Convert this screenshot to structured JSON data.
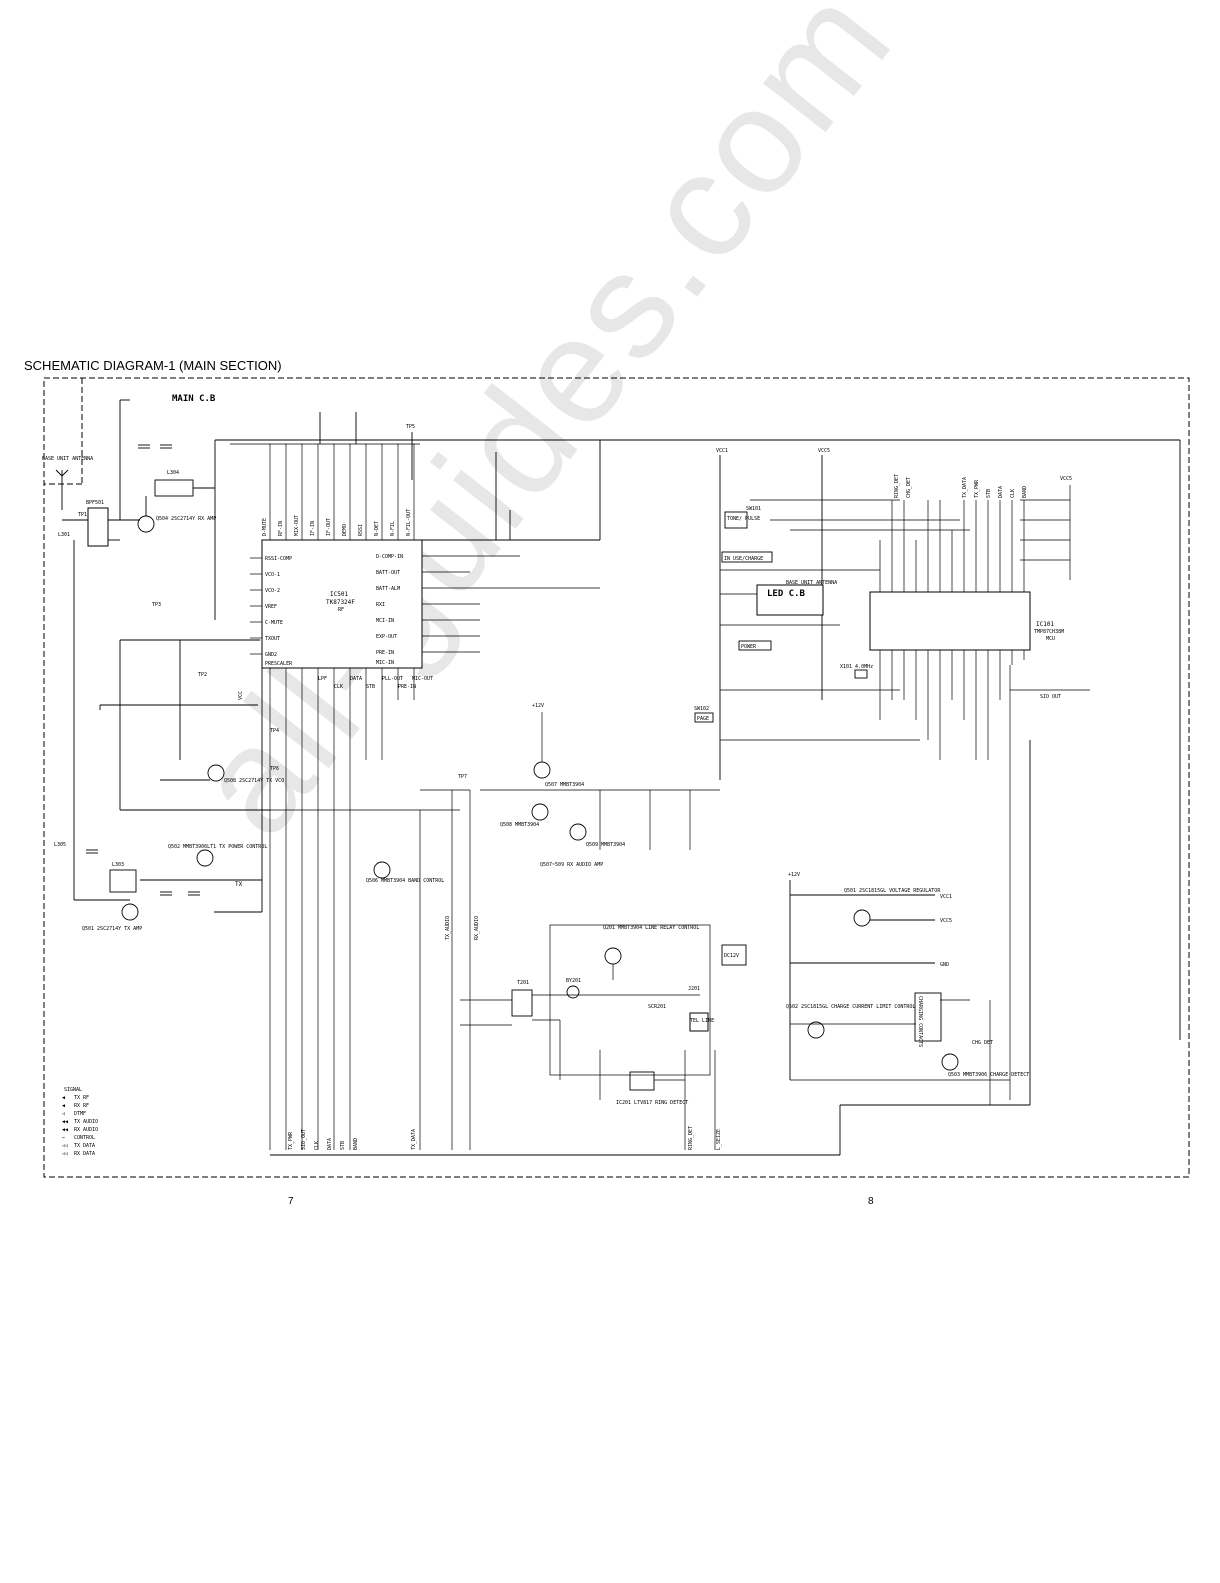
{
  "page": {
    "heading": "SCHEMATIC DIAGRAM-1 (MAIN SECTION)",
    "page_left": "7",
    "page_right": "8",
    "watermark": "all-guides.com"
  },
  "board": {
    "title": "MAIN C.B",
    "led_board": "LED C.B"
  },
  "rf_section": {
    "antenna": "BASE UNIT ANTENNA",
    "bpf": "BPF501",
    "tx_amp": "Q501 2SC2714Y TX AMP",
    "rx_amp": "Q504 2SC2714Y RX AMP",
    "tx_power": "Q502 MMBT3906LT1 TX POWER CONTROL",
    "tx_vco": "Q508 2SC2714Y TX VCO",
    "band_control": "Q506 MMBT3904 BAND CONTROL",
    "tx_label": "TX",
    "tp": [
      "TP1",
      "TP2",
      "TP3",
      "TP4",
      "TP5",
      "TP6",
      "TP7"
    ],
    "coils": [
      "L301",
      "L303",
      "L304",
      "L305"
    ]
  },
  "ic501": {
    "ref": "IC501",
    "part": "TK87324F",
    "sub": "RF",
    "pins_top": [
      "D-MUTE",
      "RF-IN",
      "MIX-OUT",
      "IF-IN",
      "IF-OUT",
      "DEMO",
      "RSSI",
      "N-DET",
      "N-FIL",
      "N-FIL-OUT"
    ],
    "pins_left": [
      "RSSI-COMP",
      "VCO-1",
      "VCO-2",
      "VREF",
      "C-MUTE",
      "TXOUT",
      "GND2",
      "PRESCALER"
    ],
    "pins_bottom": [
      "VCC",
      "LPF",
      "CLK",
      "DATA",
      "STB",
      "PLL-OUT",
      "PRE-IN",
      "MIC-OUT"
    ],
    "pins_right": [
      "D-COMP-IN",
      "BATT-OUT",
      "BATT-ALM",
      "RXI",
      "MCI-IN",
      "EXP-OUT",
      "PRE-IN",
      "MIC-IN"
    ]
  },
  "ic101": {
    "ref": "IC101",
    "part": "TMP87CH38M",
    "sub": "MCU",
    "pins_top": [
      "RING_DET",
      "CHG_DET",
      "TX_DATA",
      "TX_PWR",
      "STB",
      "DATA",
      "CLK",
      "BAND"
    ],
    "x101": "X101 4.0MHz",
    "crystal": "4.0MHz"
  },
  "control": {
    "sw101": "SW101",
    "tone_pulse": "TONE/ PULSE",
    "led_in_use": "IN USE/CHARGE",
    "led_base": "BASE UNIT ANTENNA",
    "led_power": "POWER",
    "sw102": "SW102",
    "page": "PAGE",
    "sio_out": "SIO OUT",
    "vcc1": "VCC1",
    "vcc5": "VCC5",
    "plus12": "+12V",
    "gnd": "GND"
  },
  "rx_audio": {
    "amp": "Q507~509 RX AUDIO AMP",
    "parts": [
      "Q507 MMBT3904",
      "Q508 MMBT3904",
      "Q509 MMBT3904"
    ]
  },
  "line_section": {
    "relay": "Q201 MMBT3904 LINE RELAY CONTROL",
    "transformer": "T201",
    "bridge": "BY201",
    "ring_detect": "IC201 LTV817 RING DETECT",
    "tel_line": "TEL LINE",
    "scr": "SCR201",
    "j201": "J201"
  },
  "power_section": {
    "regulator": "Q501 2SC1815GL VOLTAGE REGULATOR",
    "charge_limit": "Q502 2SC1815GL CHARGE CURRENT LIMIT CONTROL",
    "charge_detect": "Q503 MMBT3906 CHARGE DETECT",
    "dc_jack": "DC12V",
    "chg_det": "CHG DET",
    "charging": "CHARGING CONTACTS"
  },
  "bus_signals": [
    "TX_PWR",
    "SIO_OUT",
    "CLK",
    "DATA",
    "STB",
    "BAND",
    "TX_DATA",
    "RING_DET",
    "L_SEIZE",
    "TX_AUDIO",
    "RX_AUDIO"
  ],
  "legend": {
    "title": "SIGNAL",
    "items": [
      "TX RF",
      "RX RF",
      "DTMF",
      "TX AUDIO",
      "RX AUDIO",
      "CONTROL",
      "TX DATA",
      "RX DATA"
    ]
  }
}
